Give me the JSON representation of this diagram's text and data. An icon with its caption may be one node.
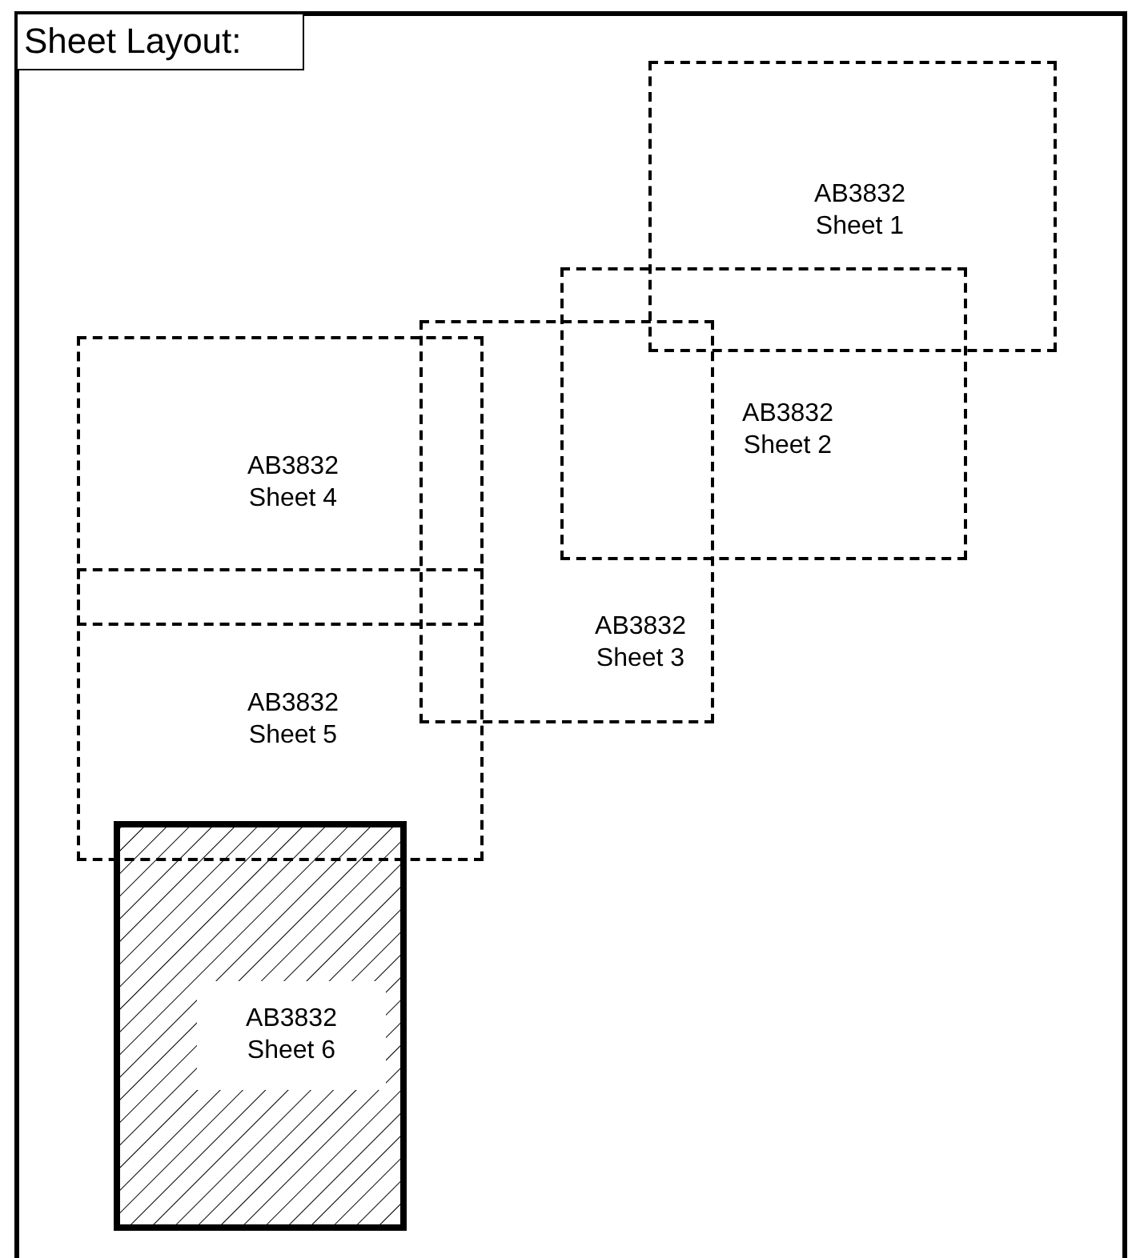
{
  "diagram": {
    "nodes": [
      {
        "text": [
          "Sheet Layout:"
        ]
      },
      {
        "text": [
          "AB3832 Sheet 1"
        ]
      },
      {
        "text": [
          "AB3832 Sheet 2"
        ]
      },
      {
        "text": [
          "AB3832 Sheet 3"
        ]
      },
      {
        "text": [
          "AB3832 Sheet 4"
        ]
      },
      {
        "text": [
          "AB3832 Sheet 5"
        ]
      },
      {
        "text": [
          "AB3832 Sheet 6"
        ]
      }
    ]
  }
}
